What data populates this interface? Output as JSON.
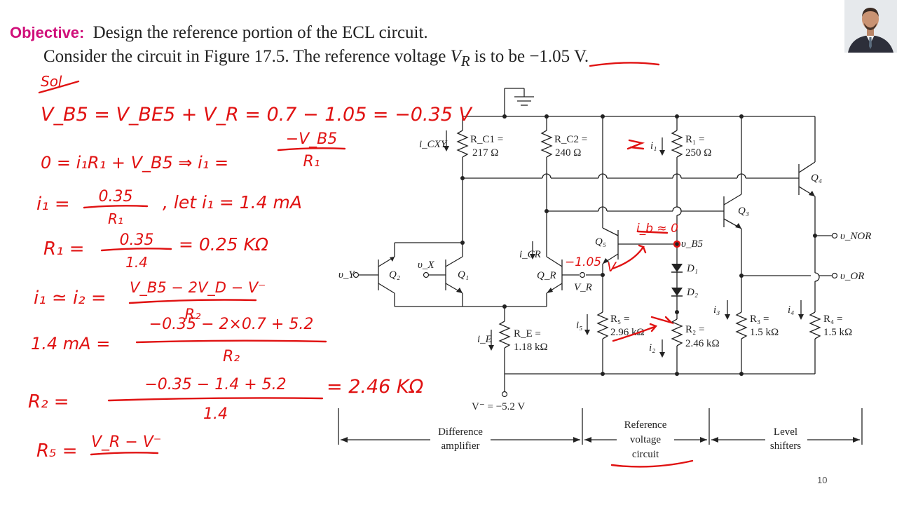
{
  "slide": {
    "objective_label": "Objective:",
    "objective_text": "Design the reference portion of the ECL circuit.",
    "problem_prefix": "Consider the circuit in Figure 17.5. The reference voltage",
    "vr_symbol": "V",
    "vr_sub": "R",
    "problem_mid": "is to be",
    "vr_value": "−1.05 V",
    "period": ".",
    "page_number": "10"
  },
  "handwritten": {
    "sol": "Sol",
    "eq1": "V_B5 = V_BE5 + V_R = 0.7 − 1.05 = −0.35 V",
    "eq2_left": "0 = i₁R₁ + V_B5  ⇒  i₁ =",
    "eq2_num": "−V_B5",
    "eq2_den": "R₁",
    "eq3_left": "i₁ =",
    "eq3_num": "0.35",
    "eq3_den": "R₁",
    "eq3_right": ", let  i₁ = 1.4 mA",
    "eq4_left": "R₁ =",
    "eq4_num": "0.35",
    "eq4_den": "1.4",
    "eq4_right": "= 0.25 KΩ",
    "eq5_left": "i₁ ≃ i₂ =",
    "eq5_num": "V_B5 − 2V_D − V⁻",
    "eq5_den": "R₂",
    "eq6_left": "1.4 mA  =",
    "eq6_num": "−0.35 − 2×0.7 + 5.2",
    "eq6_den": "R₂",
    "eq7_left": "R₂  =",
    "eq7_num": "−0.35 − 1.4 + 5.2",
    "eq7_den": "1.4",
    "eq7_right": "= 2.46 KΩ",
    "eq8_left": "R₅ =",
    "eq8_num": "V_R − V⁻",
    "note_ib": "i_b ≈ 0",
    "note_vr": "−1.05",
    "note_v": "V"
  },
  "circuit": {
    "rc1_name": "R_C1 =",
    "rc1_val": "217 Ω",
    "rc2_name": "R_C2 =",
    "rc2_val": "240 Ω",
    "r1_name": "R₁ =",
    "r1_val": "250 Ω",
    "i_cxy": "i_CXY",
    "i1": "i₁",
    "q1": "Q₁",
    "q2": "Q₂",
    "qr": "Q_R",
    "q3": "Q₃",
    "q4": "Q₄",
    "q5": "Q₅",
    "vy": "υ_Y",
    "vx": "υ_X",
    "vr": "V_R",
    "icr": "i_CR",
    "vb5": "υ_B5",
    "d1": "D₁",
    "d2": "D₂",
    "vnor": "υ_NOR",
    "vor": "υ_OR",
    "re_name": "R_E =",
    "re_val": "1.18 kΩ",
    "ie": "i_E",
    "r5_name": "R₅ =",
    "r5_val": "2.96 kΩ",
    "i5": "i₅",
    "r2_name": "R₂ =",
    "r2_val": "2.46 kΩ",
    "i2": "i₂",
    "r3_name": "R₃ =",
    "r3_val": "1.5 kΩ",
    "i3": "i₃",
    "r4_name": "R₄ =",
    "r4_val": "1.5 kΩ",
    "i4": "i₄",
    "vminus": "V⁻ = −5.2 V",
    "sec_diff_1": "Difference",
    "sec_diff_2": "amplifier",
    "sec_ref_1": "Reference",
    "sec_ref_2": "voltage",
    "sec_ref_3": "circuit",
    "sec_lvl_1": "Level",
    "sec_lvl_2": "shifters"
  },
  "colors": {
    "accent": "#d0107a",
    "ink": "#e01212",
    "circuit": "#222222"
  }
}
